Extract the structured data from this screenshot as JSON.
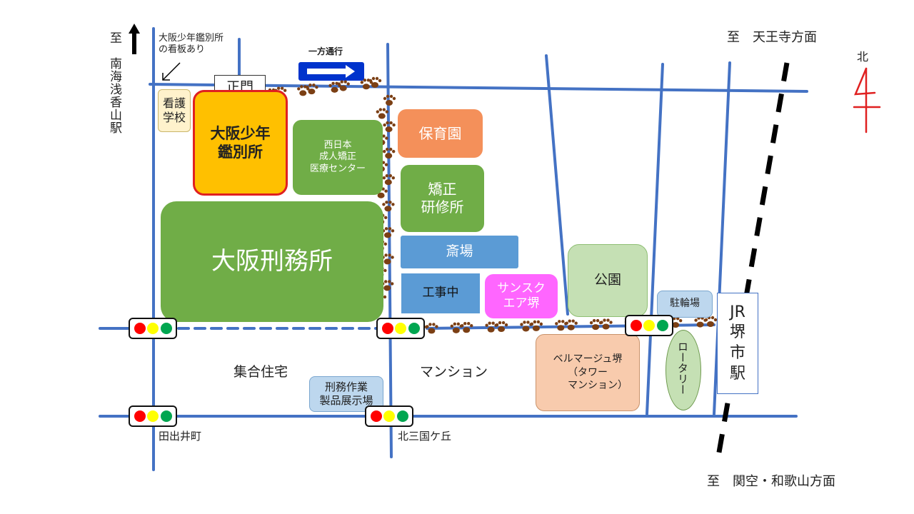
{
  "directions": {
    "north_symbol": "北",
    "nankai": "至　南海浅香山駅",
    "tennoji": "至　天王寺方面",
    "kanku": "至　関空・和歌山方面"
  },
  "labels": {
    "signboard": "大阪少年鑑別所\nの看板あり",
    "one_way": "一方通行",
    "main_gate": "正門",
    "nursing_school": "看護\n学校",
    "juvenile_center": "大阪少年\n鑑別所",
    "nishinihon_medical": "西日本\n成人矯正\n医療センター",
    "nursery": "保育園",
    "training_center": "矯正\n研修所",
    "prison": "大阪刑務所",
    "saijo": "斎場",
    "construction": "工事中",
    "sunsquare": "サンスク\nエア堺",
    "park": "公園",
    "bicycle_parking": "駐輪場",
    "jr_station": "JR\n堺\n市\n駅",
    "rotary": "ロータリー",
    "belle_mariage": "ベルマージュ堺\n（タワー\n　　マンション）",
    "apartments": "集合住宅",
    "mansion": "マンション",
    "exhibition": "刑務作業\n製品展示場",
    "taideicho": "田出井町",
    "kitamikunigaoka": "北三国ケ丘"
  },
  "colors": {
    "road": "#4472c4",
    "green": "#70ad47",
    "orange_building": "#ffc000",
    "red_border": "#e02020",
    "nursery": "#f4905a",
    "blue_building": "#5b9bd5",
    "magenta": "#ff66ff",
    "light_green": "#c5e0b4",
    "light_blue": "#bdd7ee",
    "peach": "#f8cbad",
    "cream": "#fff2cc",
    "paw": "#7b3f14",
    "arrow_blue": "#0033cc"
  }
}
